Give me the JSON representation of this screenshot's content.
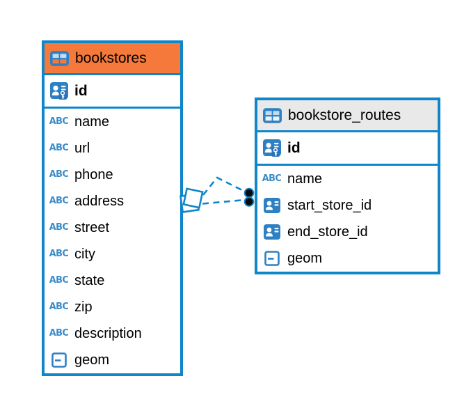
{
  "colors": {
    "accent_blue": "#0E86C9",
    "table1_header": "#F5793B",
    "table2_header": "#E9E9E9",
    "icon_blue": "#2D80C4",
    "abc_icon_blue": "#3A8CC9",
    "text": "#000000"
  },
  "icons": {
    "abc_glyph": "ABC"
  },
  "tables": [
    {
      "name": "bookstores",
      "primary_key": "id",
      "columns": [
        "name",
        "url",
        "phone",
        "address",
        "street",
        "city",
        "state",
        "zip",
        "description",
        "geom"
      ],
      "column_types": [
        "text",
        "text",
        "text",
        "text",
        "text",
        "text",
        "text",
        "text",
        "text",
        "geometry"
      ]
    },
    {
      "name": "bookstore_routes",
      "primary_key": "id",
      "columns": [
        "name",
        "start_store_id",
        "end_store_id",
        "geom"
      ],
      "column_types": [
        "text",
        "foreign-key",
        "foreign-key",
        "geometry"
      ]
    }
  ],
  "relationships": [
    {
      "from_table": "bookstores",
      "from_column": "id",
      "to_table": "bookstore_routes",
      "to_columns": "start_store_id, end_store_id",
      "line_style": "dashed"
    }
  ]
}
